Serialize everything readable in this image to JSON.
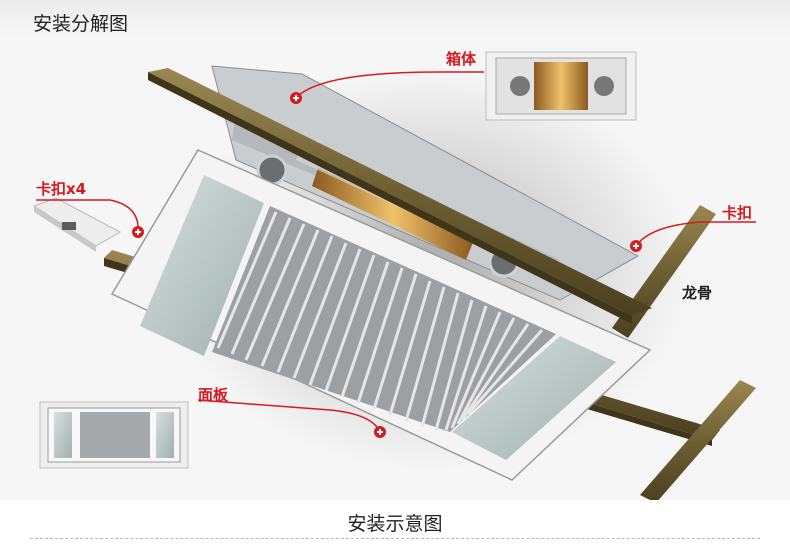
{
  "header": {
    "title": "安装分解图"
  },
  "labels": {
    "box": "箱体",
    "clip_x4": "卡扣x4",
    "clip": "卡扣",
    "keel": "龙骨",
    "panel": "面板"
  },
  "footer": {
    "caption": "安装示意图"
  },
  "colors": {
    "callout_red": "#d71920",
    "keel_brown": "#7a6a3a",
    "panel_white": "#f3f3f3"
  }
}
